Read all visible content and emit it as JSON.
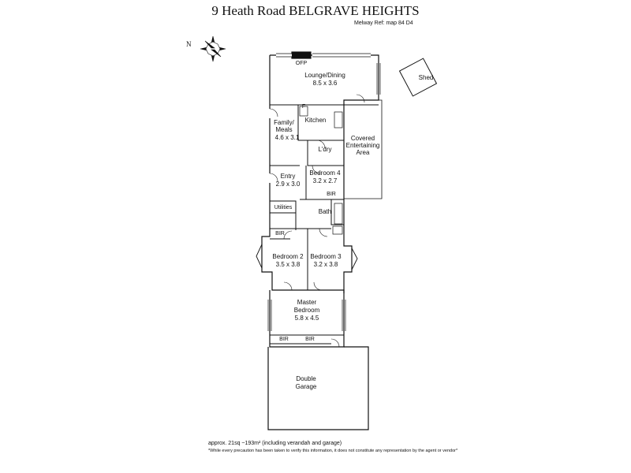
{
  "title": "9 Heath Road BELGRAVE HEIGHTS",
  "melway_ref": "Melway Ref: map 84 D4",
  "compass_label": "N",
  "area_note": "approx. 21sq ~193m² (including verandah and garage)",
  "disclaimer": "*While every precaution has been taken to verify this information, it does not constitute any representation by the agent or vendor*",
  "rooms": {
    "ofp": "OFP",
    "lounge": {
      "name": "Lounge/Dining",
      "size": "8.5 x 3.6"
    },
    "shed": "Shed",
    "fridge": "F",
    "kitchen": "Kitchen",
    "family": {
      "name1": "Family/",
      "name2": "Meals",
      "size": "4.6 x 3.1"
    },
    "covered": {
      "l1": "Covered",
      "l2": "Entertaining",
      "l3": "Area"
    },
    "laundry": "L'dry",
    "entry": {
      "name": "Entry",
      "size": "2.9 x 3.0"
    },
    "bedroom4": {
      "name": "Bedroom 4",
      "size": "3.2 x 2.7"
    },
    "bir4": "BIR",
    "bath": "Bath",
    "utilities": "Utilities",
    "bir_left": "BIR",
    "bedroom2": {
      "name": "Bedroom 2",
      "size": "3.5 x 3.8"
    },
    "bedroom3": {
      "name": "Bedroom 3",
      "size": "3.2 x 3.8"
    },
    "master": {
      "name1": "Master",
      "name2": "Bedroom",
      "size": "5.8 x 4.5"
    },
    "bir_m1": "BIR",
    "bir_m2": "BIR",
    "garage": {
      "name1": "Double",
      "name2": "Garage"
    }
  }
}
